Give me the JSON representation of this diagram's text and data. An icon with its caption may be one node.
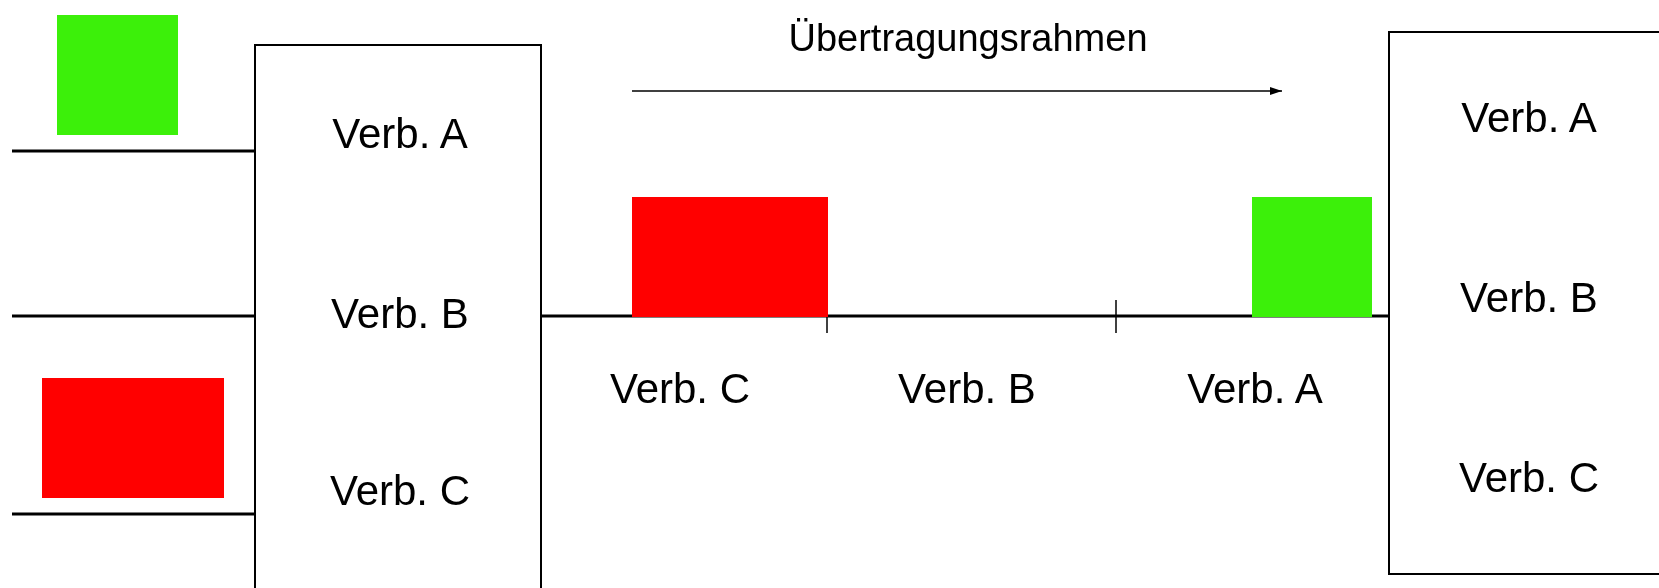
{
  "diagram": {
    "nodes": [
      {
        "text": [
          "Verb. A",
          "Verb. B",
          "Verb. C"
        ]
      },
      {
        "text": [
          "Verb. A",
          "Verb. B",
          "Verb. C"
        ]
      },
      {
        "text": [],
        "shape": "box"
      },
      {
        "text": [],
        "shape": "box"
      },
      {
        "text": [],
        "shape": "box"
      },
      {
        "text": [],
        "shape": "box"
      }
    ],
    "edges": [
      {
        "from": null,
        "to": 0,
        "arrow": "none"
      },
      {
        "from": null,
        "to": 0,
        "arrow": "none"
      },
      {
        "from": null,
        "to": 0,
        "arrow": "none"
      },
      {
        "from": 0,
        "to": 1,
        "arrow": "none"
      }
    ],
    "labels": [
      "Übertragungsrahmen",
      "Verb. C",
      "Verb. B",
      "Verb. A"
    ]
  }
}
